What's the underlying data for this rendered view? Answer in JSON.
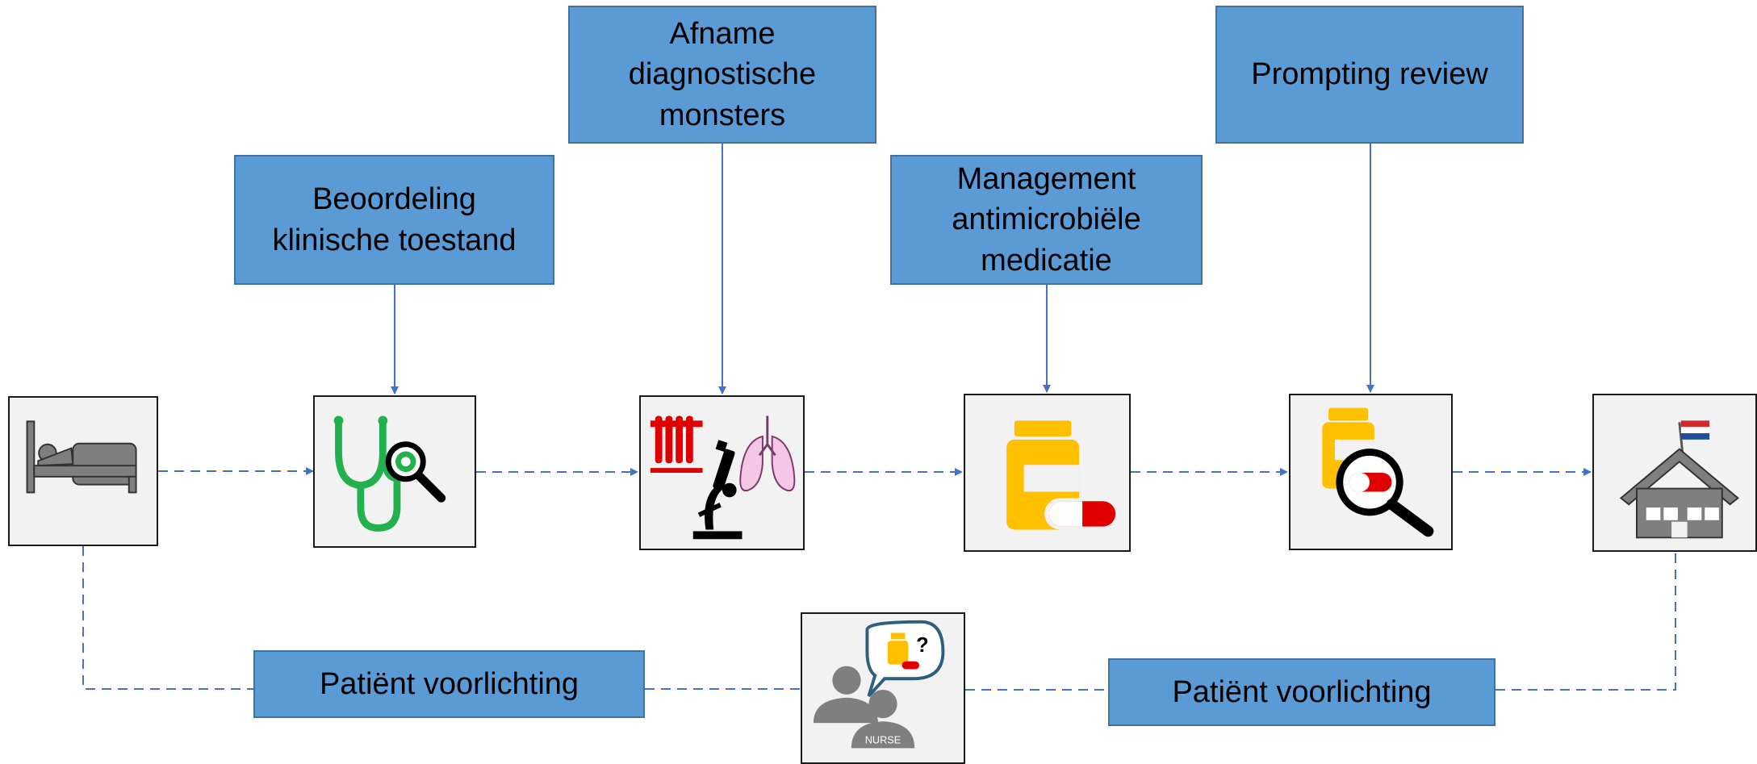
{
  "labels": {
    "beoordeling": [
      "Beoordeling",
      "klinische toestand"
    ],
    "afname": [
      "Afname",
      "diagnostische",
      "monsters"
    ],
    "management": [
      "Management",
      "antimicrobiële",
      "medicatie"
    ],
    "prompting": [
      "Prompting review"
    ],
    "voorlichting_left": [
      "Patiënt voorlichting"
    ],
    "voorlichting_right": [
      "Patiënt voorlichting"
    ]
  },
  "icons": {
    "bed": "hospital-bed-icon",
    "stethoscope": "stethoscope-search-icon",
    "lab": "lab-microscope-lungs-icon",
    "medication": "medication-bottle-pill-icon",
    "review": "medication-review-magnifier-icon",
    "home": "home-flag-icon",
    "nurse": "nurse-consult-icon",
    "nurse_badge": "NURSE"
  },
  "colors": {
    "box_fill": "#5b9bd5",
    "box_border": "#41719c",
    "connector": "#4472c4",
    "stethoscope": "#22b14c",
    "bottle": "#ffc000",
    "pill_red": "#e00000",
    "lungs": "#f5c6e6",
    "gray": "#7f7f7f"
  }
}
